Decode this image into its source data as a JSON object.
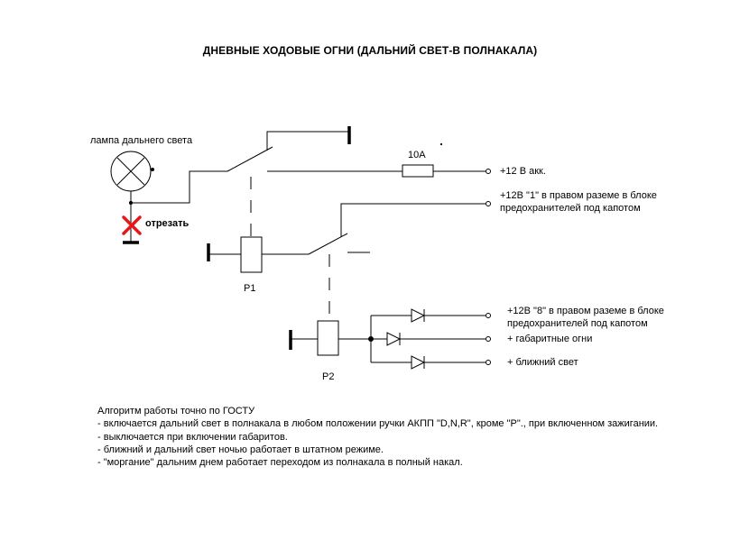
{
  "title": "ДНЕВНЫЕ ХОДОВЫЕ ОГНИ (ДАЛЬНИЙ СВЕТ-В ПОЛНАКАЛА)",
  "labels": {
    "lamp": "лампа дальнего света",
    "cut": "отрезать",
    "fuse": "10A",
    "relay1": "Р1",
    "relay2": "Р2",
    "battery": "+12 В акк.",
    "fuse_box_1_line1": "+12В  \"1\" в правом раземе в блоке",
    "fuse_box_1_line2": "предохранителей под капотом",
    "fuse_box_8_line1": "+12В  \"8\" в правом раземе в блоке",
    "fuse_box_8_line2": "предохранителей под капотом",
    "parking_lights": "+ габаритные огни",
    "low_beam": "+ ближний свет"
  },
  "notes": [
    "Алгоритм работы точно по ГОСТУ",
    "- включается дальний свет в полнакала в любом положении ручки АКПП \"D,N,R\", кроме \"P\"., при включенном зажигании.",
    "- выключается при включении габаритов.",
    "- ближний и дальний свет ночью работает в штатном режиме.",
    "- \"моргание\" дальним днем работает переходом из полнакала в полный накал."
  ],
  "colors": {
    "cut_mark": "#e8161b",
    "line": "#000000"
  }
}
